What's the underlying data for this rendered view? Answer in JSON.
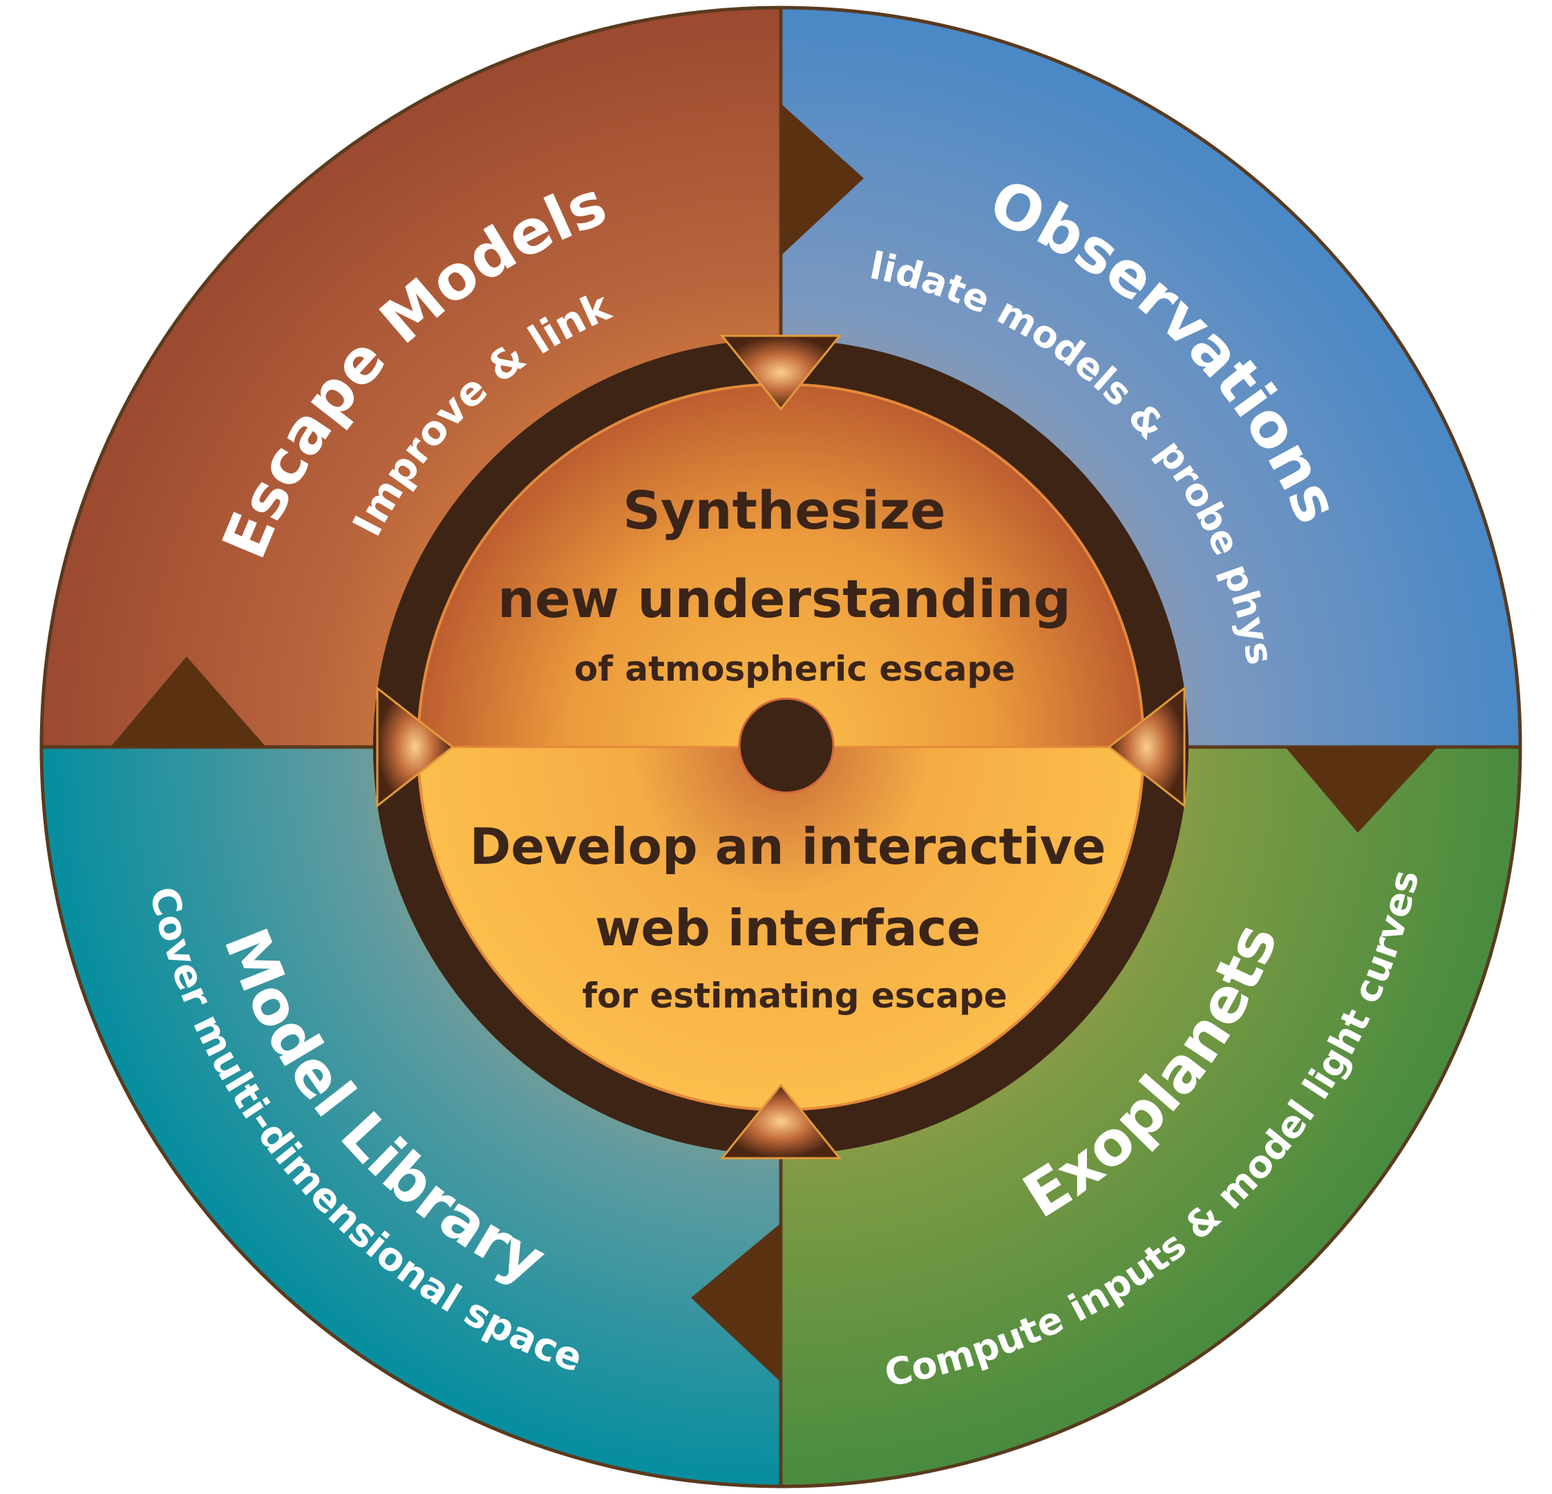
{
  "quadrants": {
    "escape_models": {
      "title": "Escape Models",
      "subtitle": "Improve & link"
    },
    "observations": {
      "title": "Observations",
      "subtitle": "Validate models & probe physics"
    },
    "model_library": {
      "title": "Model Library",
      "subtitle": "Cover multi-dimensional space"
    },
    "exoplanets": {
      "title": "Exoplanets",
      "subtitle": "Compute inputs & model light curves"
    }
  },
  "center": {
    "top": {
      "line1": "Synthesize",
      "line2": "new understanding",
      "line3": "of atmospheric escape"
    },
    "bottom": {
      "line1": "Develop an interactive",
      "line2": "web interface",
      "line3": "for estimating escape"
    }
  },
  "colors": {
    "escape_models": "#b8643d",
    "observations": "#4c8bc6",
    "model_library": "#12909f",
    "exoplanets": "#4f8e3e",
    "outline": "#5a3a1e",
    "ring": "#3e2415",
    "core": "#f6b244"
  }
}
